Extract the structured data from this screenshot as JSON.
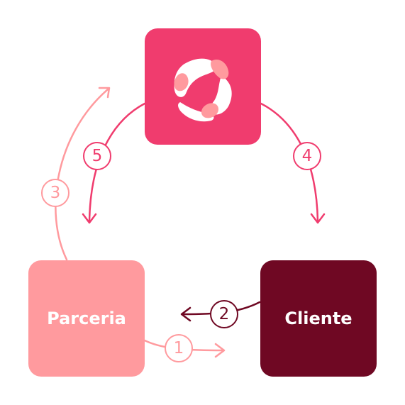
{
  "diagram": {
    "nodes": {
      "logo": {
        "label": "",
        "color": "#F03C6E",
        "icon": "brand-logo-icon"
      },
      "parceria": {
        "label": "Parceria",
        "color": "#FF9A9E"
      },
      "cliente": {
        "label": "Cliente",
        "color": "#6F0823"
      }
    },
    "steps": [
      {
        "number": "1",
        "from": "Parceria",
        "to": "Cliente",
        "color": "#FF9A9E"
      },
      {
        "number": "2",
        "from": "Cliente",
        "to": "Parceria",
        "color": "#6F0823"
      },
      {
        "number": "3",
        "from": "Parceria",
        "to": "Logo",
        "color": "#FF9A9E"
      },
      {
        "number": "4",
        "from": "Logo",
        "to": "Cliente",
        "color": "#F03C6E"
      },
      {
        "number": "5",
        "from": "Logo",
        "to": "Parceria",
        "color": "#F03C6E"
      }
    ]
  }
}
